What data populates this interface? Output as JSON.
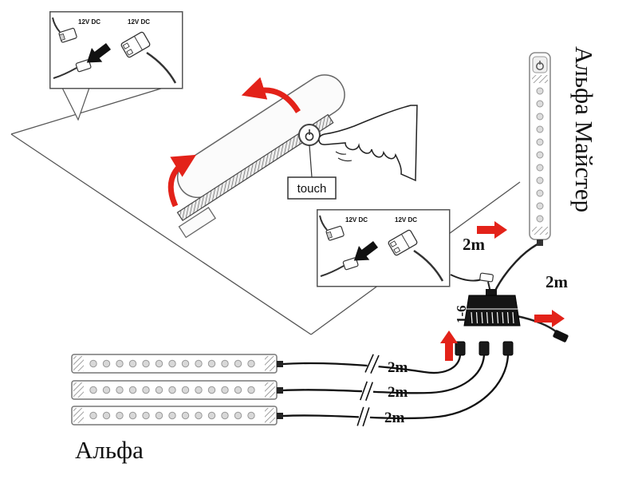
{
  "connector_inset": {
    "left_plug_label": "12V DC",
    "right_plug_label": "12V DC"
  },
  "touch_sensor": {
    "label": "touch"
  },
  "hub": {
    "ports_label": "1-6"
  },
  "cable_labels": {
    "master_feed": "2m",
    "master_output": "2m",
    "strip_1": "2m",
    "strip_2": "2m",
    "strip_3": "2m"
  },
  "products": {
    "strip_name": "Альфа",
    "master_name": "Альфа Майстер"
  },
  "colors": {
    "accent_red": "#e32219",
    "line": "#333333"
  }
}
